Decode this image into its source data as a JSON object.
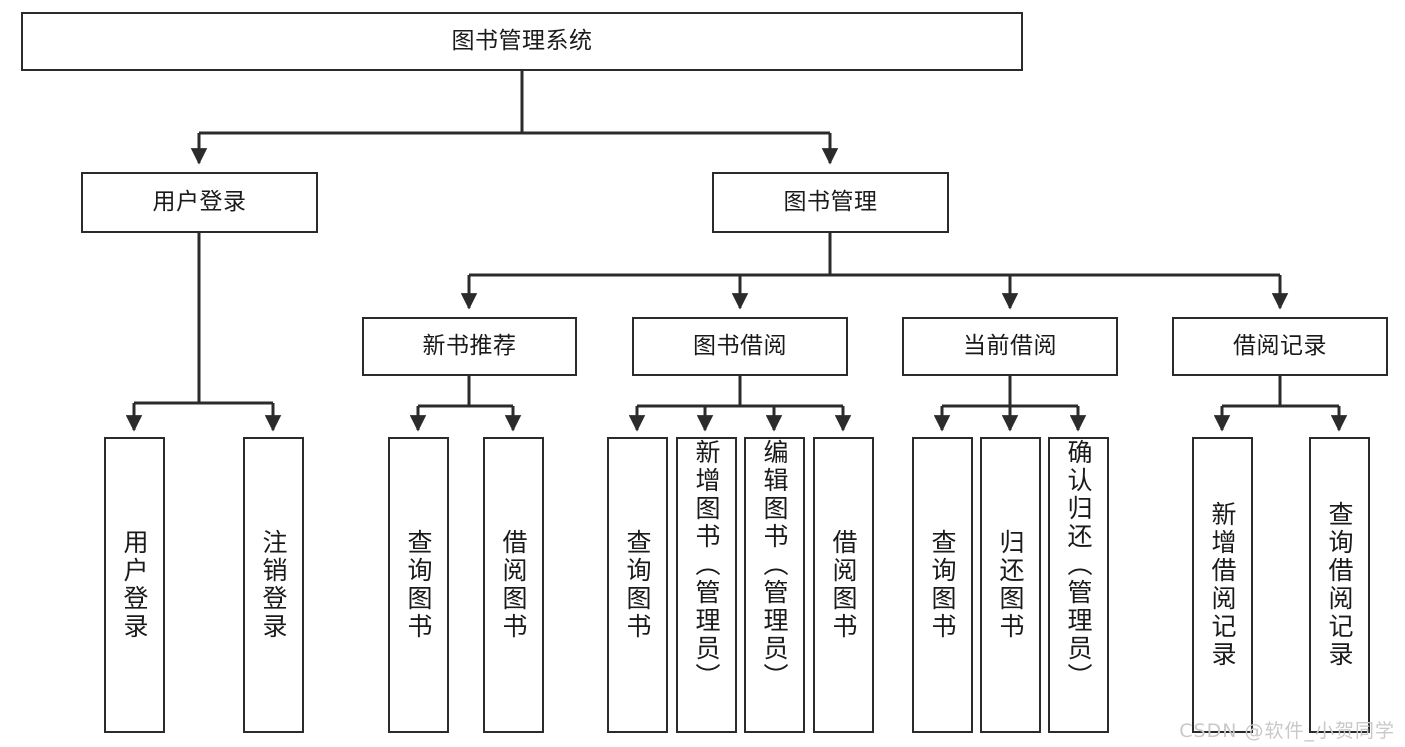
{
  "diagram": {
    "title": "图书管理系统",
    "type": "tree-hierarchy-diagram",
    "colors": {
      "box_border": "#2b2b2b",
      "box_fill": "#ffffff",
      "edge": "#2b2b2b",
      "text": "#1a1a1a",
      "watermark": "#c9c9c9",
      "background": "#ffffff"
    },
    "root": {
      "id": "root",
      "label": "图书管理系统"
    },
    "level2": [
      {
        "id": "user-login",
        "label": "用户登录"
      },
      {
        "id": "book-manage",
        "label": "图书管理"
      }
    ],
    "level3": [
      {
        "id": "new-book-recommend",
        "label": "新书推荐",
        "parent": "book-manage"
      },
      {
        "id": "book-borrow",
        "label": "图书借阅",
        "parent": "book-manage"
      },
      {
        "id": "current-borrow",
        "label": "当前借阅",
        "parent": "book-manage"
      },
      {
        "id": "borrow-record",
        "label": "借阅记录",
        "parent": "book-manage"
      }
    ],
    "leaves": {
      "user_login": [
        {
          "id": "leaf-user-login",
          "label": "用户登录"
        },
        {
          "id": "leaf-logout-login",
          "label": "注销登录"
        }
      ],
      "new_book_recommend": [
        {
          "id": "leaf-query-book-1",
          "label": "查询图书"
        },
        {
          "id": "leaf-borrow-book-1",
          "label": "借阅图书"
        }
      ],
      "book_borrow": [
        {
          "id": "leaf-query-book-2",
          "label": "查询图书"
        },
        {
          "id": "leaf-add-book",
          "label": "新增图书（管理员）"
        },
        {
          "id": "leaf-edit-book",
          "label": "编辑图书（管理员）"
        },
        {
          "id": "leaf-borrow-book-2",
          "label": "借阅图书"
        }
      ],
      "current_borrow": [
        {
          "id": "leaf-query-book-3",
          "label": "查询图书"
        },
        {
          "id": "leaf-return-book",
          "label": "归还图书"
        },
        {
          "id": "leaf-confirm-return",
          "label": "确认归还（管理员）"
        }
      ],
      "borrow_record": [
        {
          "id": "leaf-add-record",
          "label": "新增借阅记录"
        },
        {
          "id": "leaf-query-record",
          "label": "查询借阅记录"
        }
      ]
    },
    "watermark": "CSDN @软件_小贺同学"
  }
}
